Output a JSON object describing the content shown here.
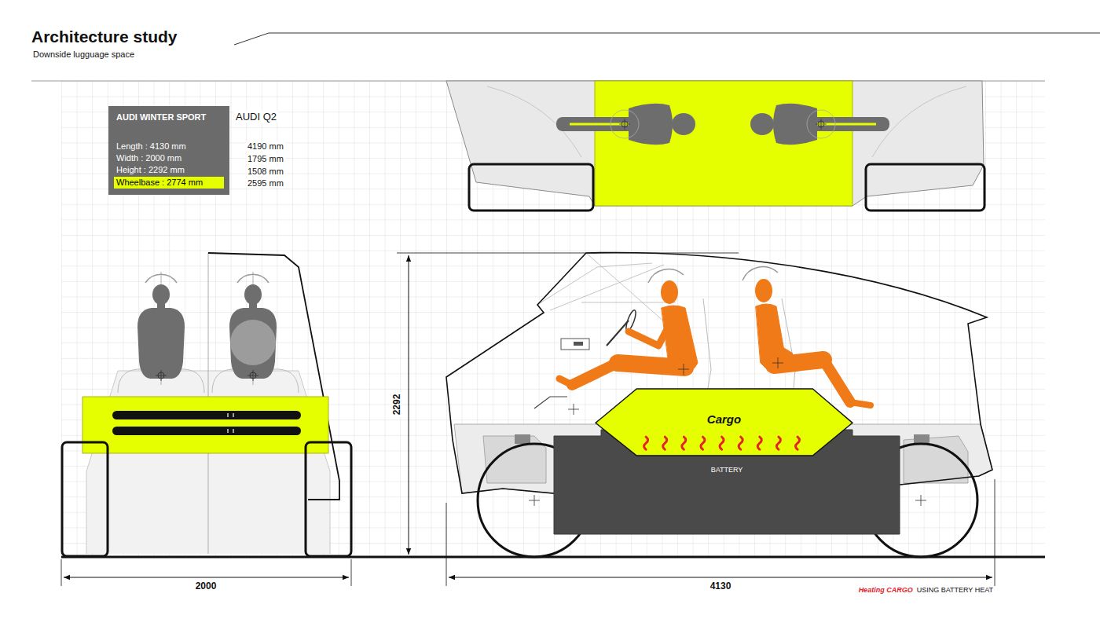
{
  "diagram": {
    "title": "Architecture study",
    "nodes": [
      {
        "text": [
          "AUDI WINTER SPORT",
          "Length : 4130 mm",
          "Width : 2000 mm",
          "Height : 2292 mm"
        ]
      },
      {
        "text": [
          "Wheelbase : 2774 mm"
        ],
        "in": 0
      },
      {
        "text": [
          "Cargo"
        ]
      },
      {
        "text": [
          "BATTERY"
        ]
      }
    ],
    "labels": [
      "Downside lugguage space",
      "AUDI Q2",
      "4190 mm",
      "1795 mm",
      "1508 mm",
      "2595 mm",
      "2292",
      "2000",
      "4130",
      "Heating CARGO",
      "USING BATTERY HEAT"
    ]
  }
}
